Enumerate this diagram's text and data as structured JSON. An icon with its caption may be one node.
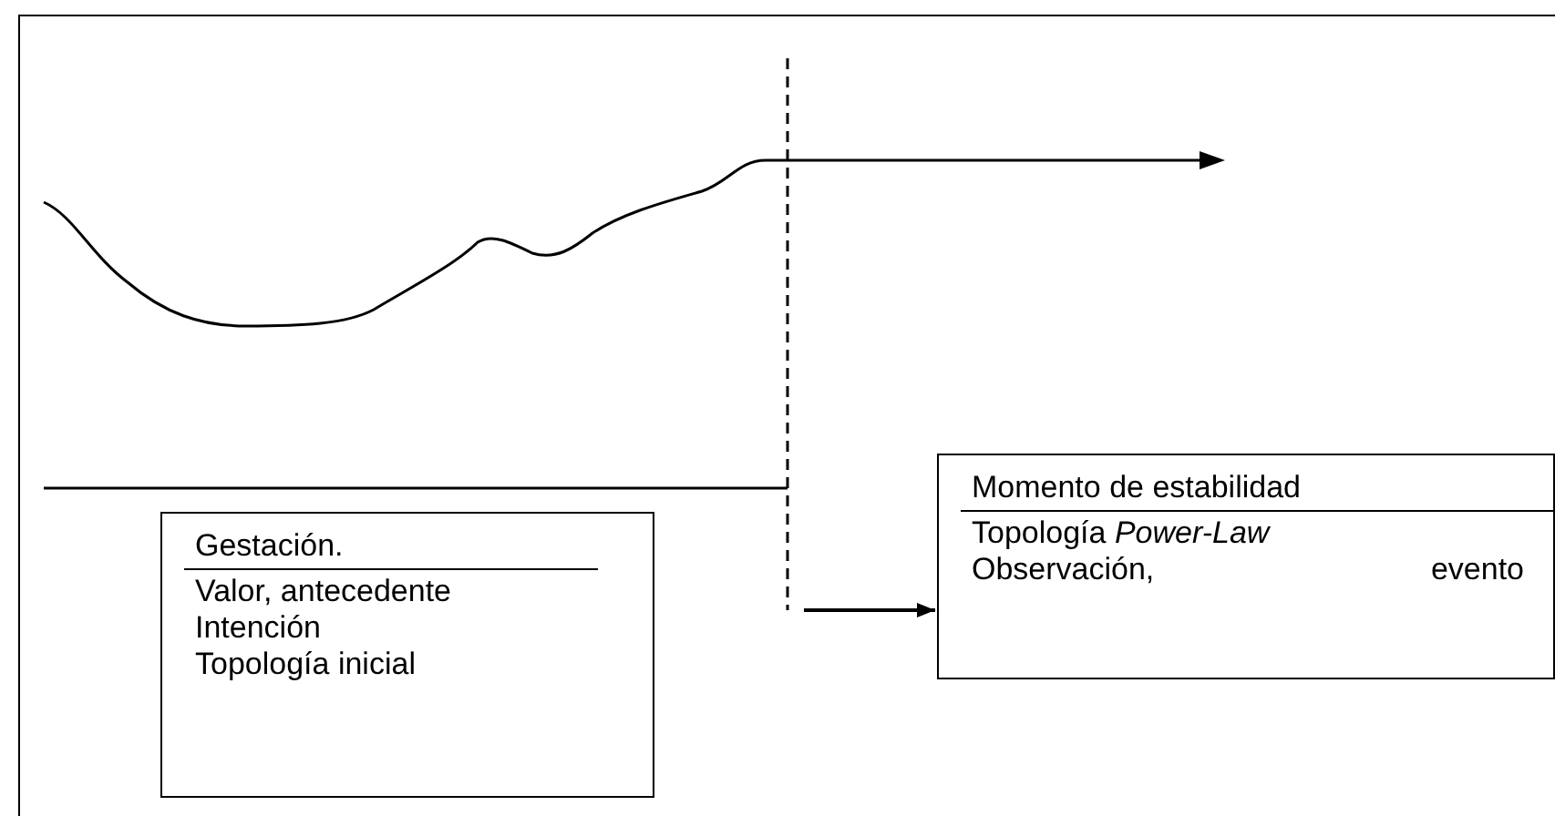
{
  "diagram": {
    "nodes": [
      {
        "text": [
          "Gestación.",
          "Valor, antecedente",
          "Intención",
          "Topología inicial"
        ]
      },
      {
        "text": [
          "Momento de estabilidad",
          "Topología *Power-Law*",
          "Observación, evento"
        ]
      }
    ],
    "edges": [
      {
        "from": null,
        "to": 1,
        "arrow": "to"
      }
    ]
  }
}
